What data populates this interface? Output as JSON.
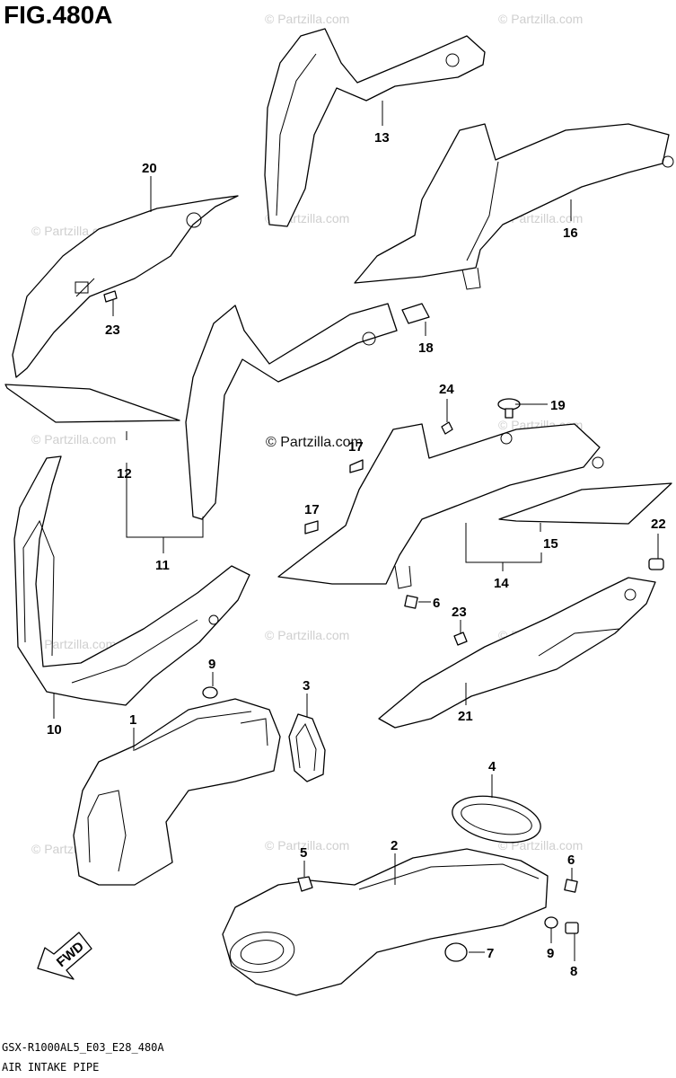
{
  "figure": {
    "title": "FIG.480A",
    "model_code": "GSX-R1000AL5_E03_E28_480A",
    "section_name": "AIR INTAKE PIPE",
    "fwd_label": "FWD"
  },
  "watermarks": {
    "faint": "© Partzilla.com",
    "dark": "© Partzilla.com"
  },
  "callouts": {
    "c1": "1",
    "c2": "2",
    "c3": "3",
    "c4": "4",
    "c5": "5",
    "c6a": "6",
    "c6b": "6",
    "c7": "7",
    "c8": "8",
    "c9a": "9",
    "c9b": "9",
    "c10": "10",
    "c11": "11",
    "c12": "12",
    "c13": "13",
    "c14": "14",
    "c15": "15",
    "c16": "16",
    "c17a": "17",
    "c17b": "17",
    "c18": "18",
    "c19": "19",
    "c20": "20",
    "c21": "21",
    "c22": "22",
    "c23a": "23",
    "c23b": "23",
    "c24": "24"
  }
}
